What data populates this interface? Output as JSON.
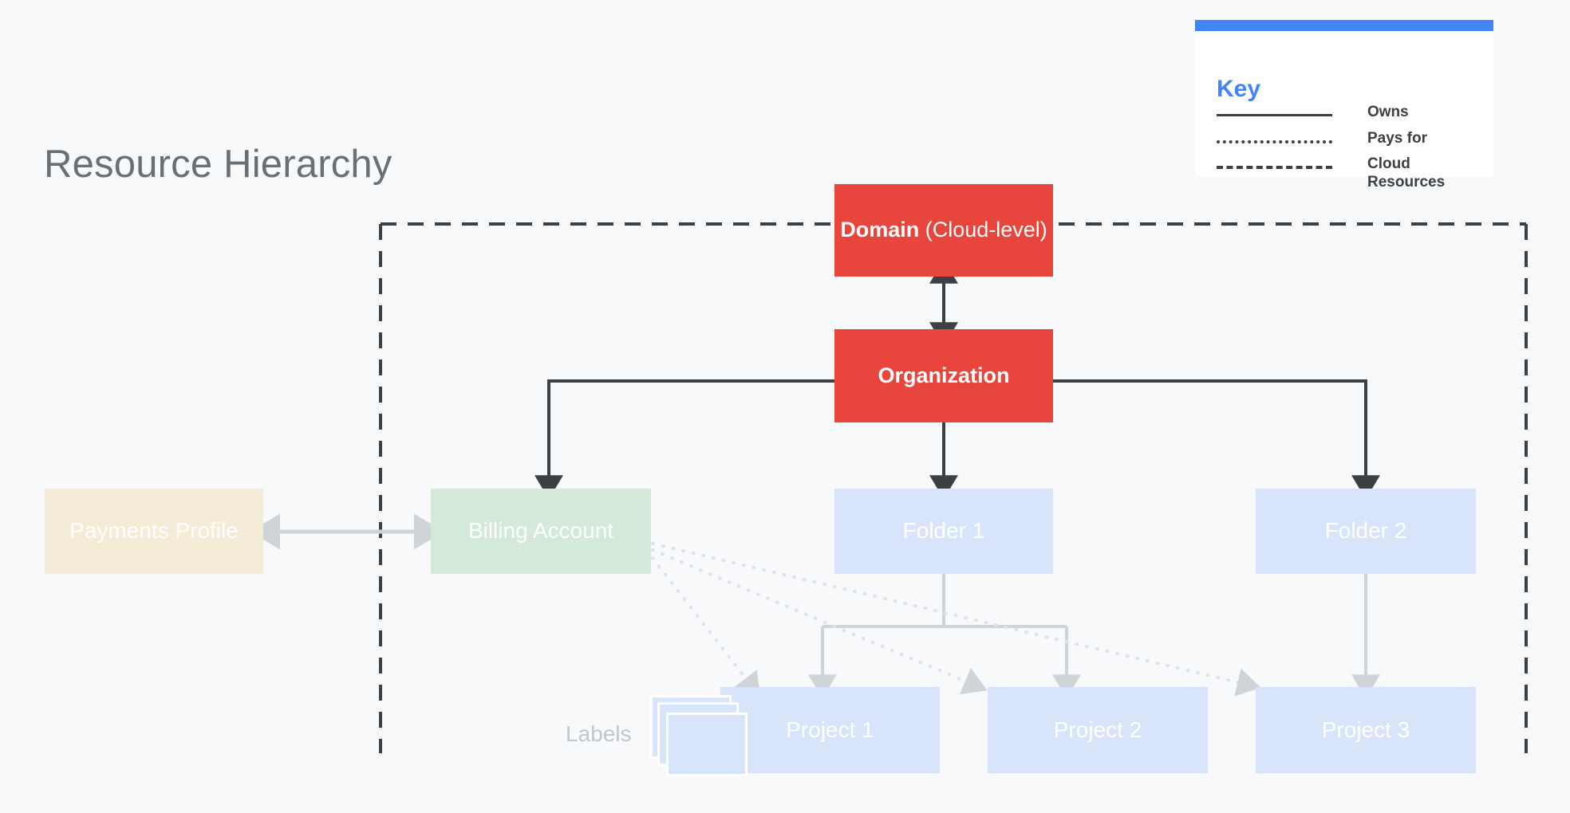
{
  "page": {
    "title": "Resource Hierarchy",
    "background_color": "#f7f9fb"
  },
  "key": {
    "title": "Key",
    "accent_color": "#4285f4",
    "items": [
      {
        "style": "solid",
        "label": "Owns"
      },
      {
        "style": "dotted",
        "label": "Pays for"
      },
      {
        "style": "dashed",
        "label": "Cloud Resources"
      }
    ]
  },
  "nodes": {
    "domain": {
      "label_bold": "Domain",
      "label_rest": " (Cloud-level)",
      "color": "#e8453c"
    },
    "organization": {
      "label": "Organization",
      "color": "#e8453c"
    },
    "payments_profile": {
      "label": "Payments Profile",
      "color": "#f5ecd7"
    },
    "billing_account": {
      "label": "Billing Account",
      "color": "#d4e9d8"
    },
    "folder_1": {
      "label": "Folder 1",
      "color": "#d8e4fa"
    },
    "folder_2": {
      "label": "Folder 2",
      "color": "#d8e4fa"
    },
    "project_1": {
      "label": "Project 1",
      "color": "#d8e4fa"
    },
    "project_2": {
      "label": "Project 2",
      "color": "#d8e4fa"
    },
    "project_3": {
      "label": "Project 3",
      "color": "#d8e4fa"
    },
    "labels": {
      "label": "Labels",
      "color": "#d8e4fa"
    }
  },
  "edges": [
    {
      "from": "domain",
      "to": "organization",
      "style": "solid",
      "direction": "both"
    },
    {
      "from": "organization",
      "to": "billing_account",
      "style": "solid",
      "direction": "to"
    },
    {
      "from": "organization",
      "to": "folder_1",
      "style": "solid",
      "direction": "to"
    },
    {
      "from": "organization",
      "to": "folder_2",
      "style": "solid",
      "direction": "to"
    },
    {
      "from": "payments_profile",
      "to": "billing_account",
      "style": "solid",
      "direction": "both"
    },
    {
      "from": "folder_1",
      "to": "project_1",
      "style": "solid",
      "direction": "to"
    },
    {
      "from": "folder_1",
      "to": "project_2",
      "style": "solid",
      "direction": "to"
    },
    {
      "from": "folder_2",
      "to": "project_3",
      "style": "solid",
      "direction": "to"
    },
    {
      "from": "billing_account",
      "to": "project_1",
      "style": "dotted",
      "direction": "to"
    },
    {
      "from": "billing_account",
      "to": "project_2",
      "style": "dotted",
      "direction": "to"
    },
    {
      "from": "billing_account",
      "to": "project_3",
      "style": "dotted",
      "direction": "to"
    }
  ],
  "cloud_boundary": {
    "style": "dashed",
    "color": "#3c4043"
  }
}
